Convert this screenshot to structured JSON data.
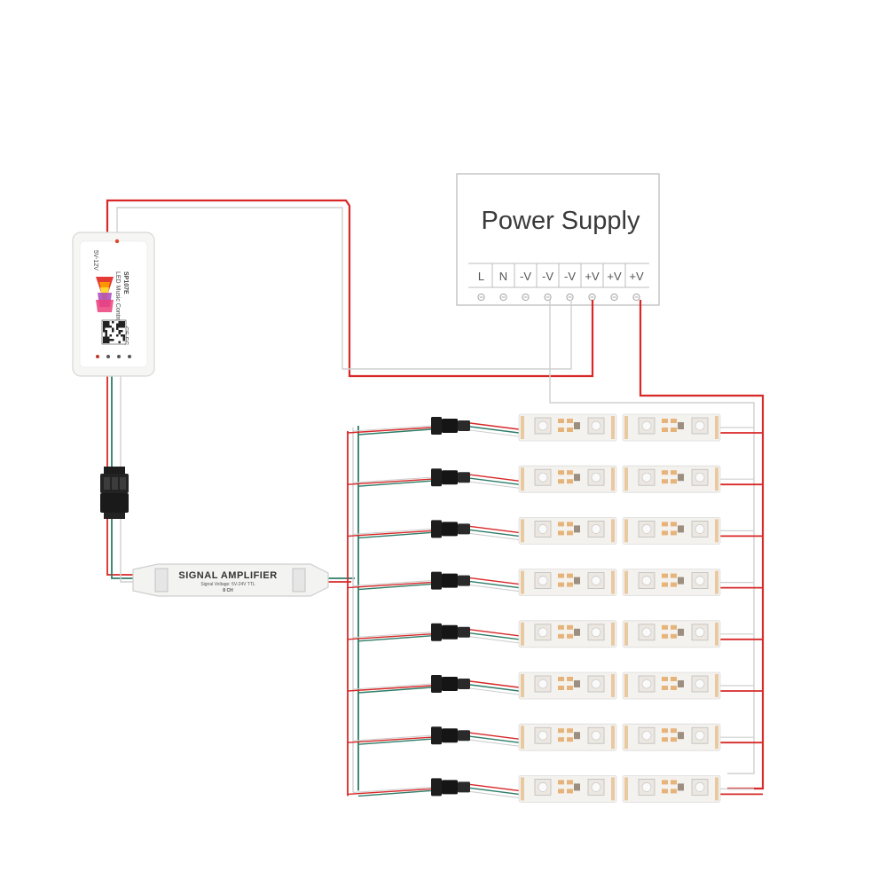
{
  "power_supply": {
    "title": "Power Supply",
    "terminals": [
      "L",
      "N",
      "-V",
      "-V",
      "-V",
      "+V",
      "+V",
      "+V"
    ]
  },
  "controller": {
    "model": "SP107E",
    "subtitle": "LED Music Controller",
    "input_label": "5V-12V",
    "cert": "CE FC"
  },
  "amplifier": {
    "title": "SIGNAL AMPLIFIER",
    "subtitle": "Signal Voltage: 5V-24V TTL",
    "channels": "8 CH"
  },
  "strip_count": 8,
  "colors": {
    "positive_wire": "#d82828",
    "negative_wire": "#cfcfcf",
    "data_wire": "#2e7d68",
    "connector": "#1d1d1d",
    "strip_body": "#f4f2ee",
    "led_chip": "#ece7e0",
    "resistor": "#e6b47a"
  }
}
